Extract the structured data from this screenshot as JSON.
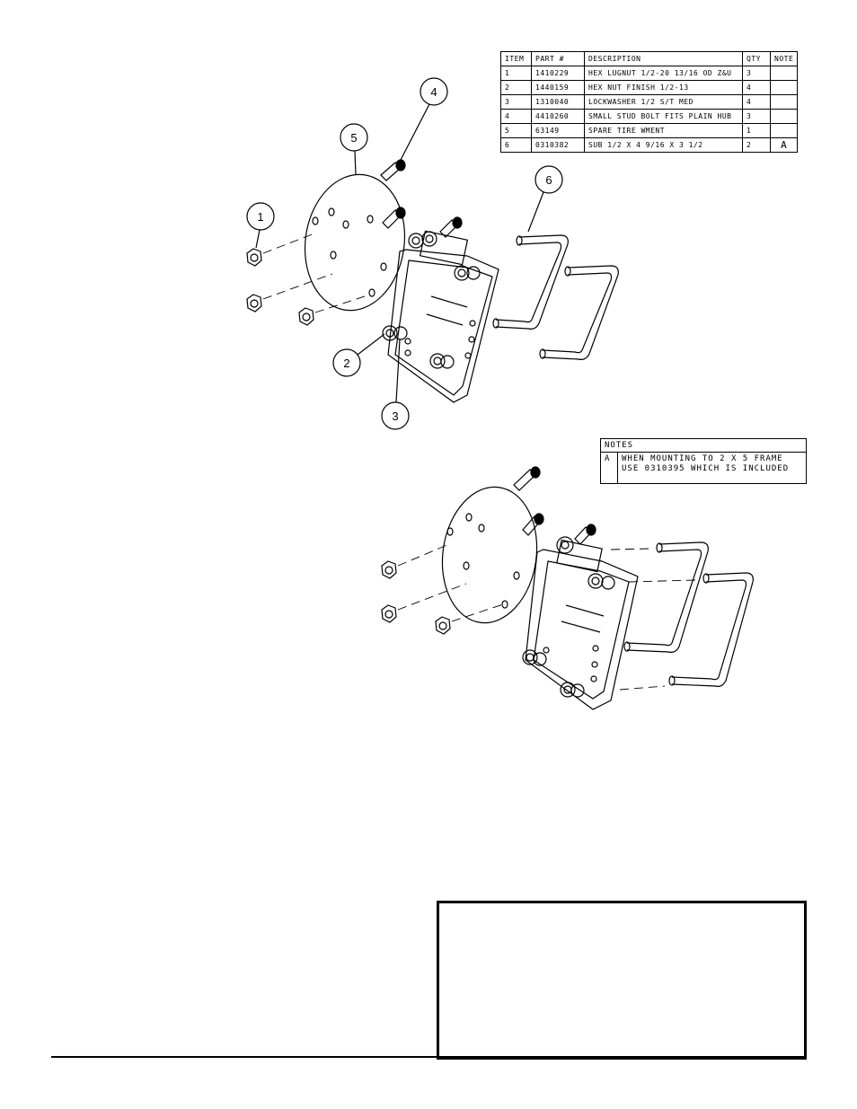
{
  "parts_table": {
    "headers": [
      "ITEM",
      "PART #",
      "DESCRIPTION",
      "QTY",
      "NOTE"
    ],
    "rows": [
      {
        "item": "1",
        "part": "1410229",
        "description": "HEX LUGNUT 1/2-20 13/16 OD Z&U",
        "qty": "3",
        "note": ""
      },
      {
        "item": "2",
        "part": "1440159",
        "description": "HEX NUT FINISH 1/2-13",
        "qty": "4",
        "note": ""
      },
      {
        "item": "3",
        "part": "1310040",
        "description": "LOCKWASHER 1/2 S/T MED",
        "qty": "4",
        "note": ""
      },
      {
        "item": "4",
        "part": "4410260",
        "description": "SMALL STUD BOLT FITS PLAIN HUB",
        "qty": "3",
        "note": ""
      },
      {
        "item": "5",
        "part": "63149",
        "description": "SPARE TIRE WMENT",
        "qty": "1",
        "note": ""
      },
      {
        "item": "6",
        "part": "0310382",
        "description": "SUB 1/2 X 4 9/16 X 3 1/2",
        "qty": "2",
        "note": "A"
      }
    ]
  },
  "notes_table": {
    "header": "NOTES",
    "key": "A",
    "text": "WHEN MOUNTING TO 2 X 5 FRAME\nUSE 0310395 WHICH IS INCLUDED"
  },
  "callouts": [
    "1",
    "2",
    "3",
    "4",
    "5",
    "6"
  ]
}
